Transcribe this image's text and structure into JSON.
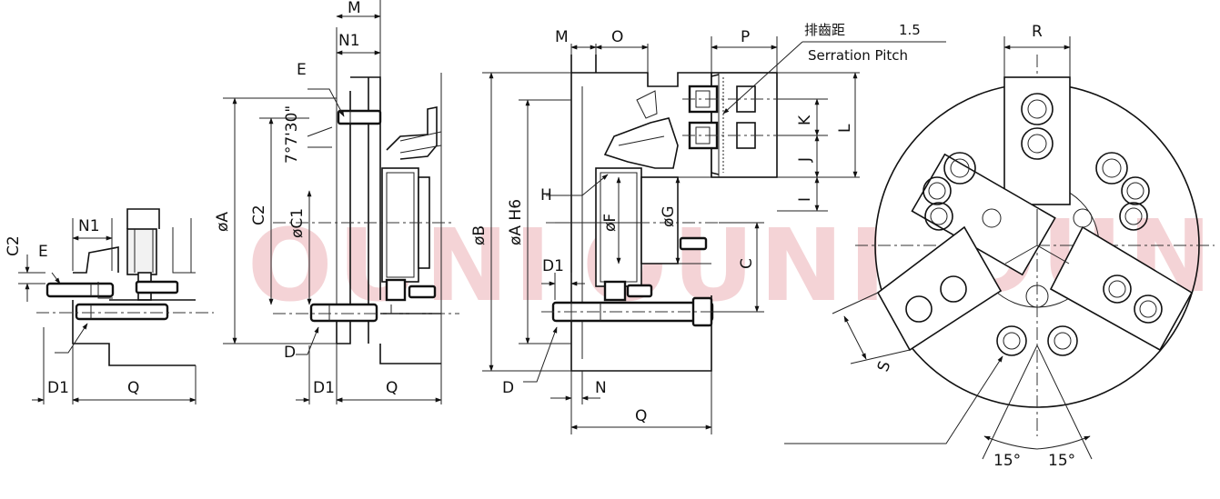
{
  "watermark": {
    "text": "OUNI",
    "color": "#e7a0a5"
  },
  "detail_left": {
    "labels": {
      "c2": "C2",
      "e": "E",
      "n1": "N1",
      "d1": "D1",
      "q": "Q"
    }
  },
  "detail_middle": {
    "labels": {
      "m": "M",
      "n1": "N1",
      "e": "E",
      "angle": "7°7'30\"",
      "oa": "øA",
      "c2": "C2",
      "oc1": "øC1",
      "d": "D",
      "d1": "D1",
      "q": "Q"
    }
  },
  "side_section": {
    "labels": {
      "m": "M",
      "o": "O",
      "p": "P",
      "h": "H",
      "ob": "øB",
      "oah6": "øA H6",
      "of": "øF",
      "og": "øG",
      "d1": "D1",
      "d": "D",
      "n": "N",
      "q": "Q",
      "c": "C",
      "k": "K",
      "j": "J",
      "l": "L",
      "i": "I"
    },
    "serration": {
      "label_zh": "排齒距",
      "value": "1.5",
      "label_en": "Serration Pitch"
    }
  },
  "front_view": {
    "labels": {
      "r": "R",
      "s": "S",
      "angle_left": "15°",
      "angle_right": "15°"
    }
  }
}
